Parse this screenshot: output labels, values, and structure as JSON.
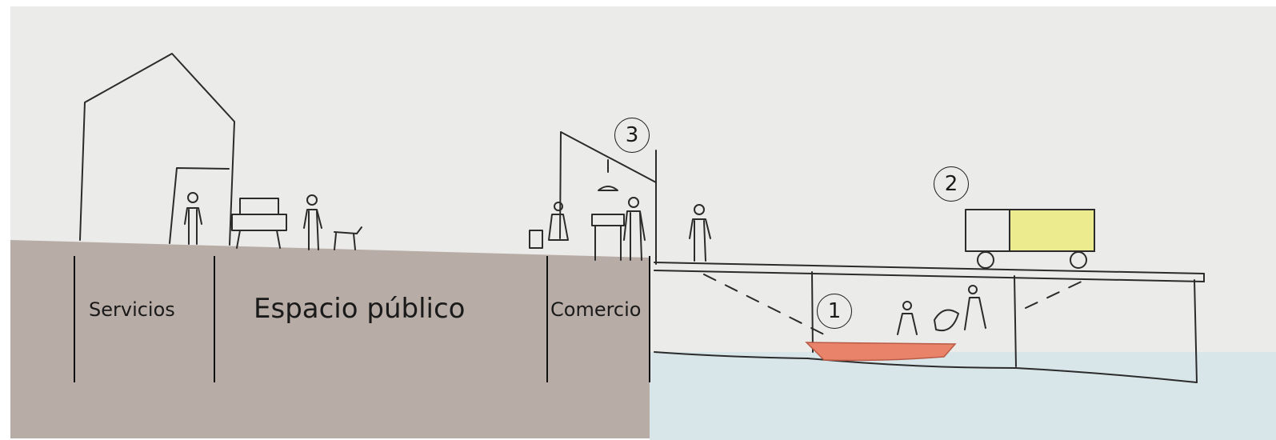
{
  "labels": {
    "servicios": "Servicios",
    "espacio_publico": "Espacio público",
    "comercio": "Comercio"
  },
  "markers": {
    "one": "1",
    "two": "2",
    "three": "3"
  },
  "colors": {
    "ground": "#b7aba5",
    "water": "#d9e7ea",
    "boat": "#e9846a",
    "truck_cargo": "#ecec90",
    "paper": "#ececea",
    "ink": "#2a2a2a"
  }
}
